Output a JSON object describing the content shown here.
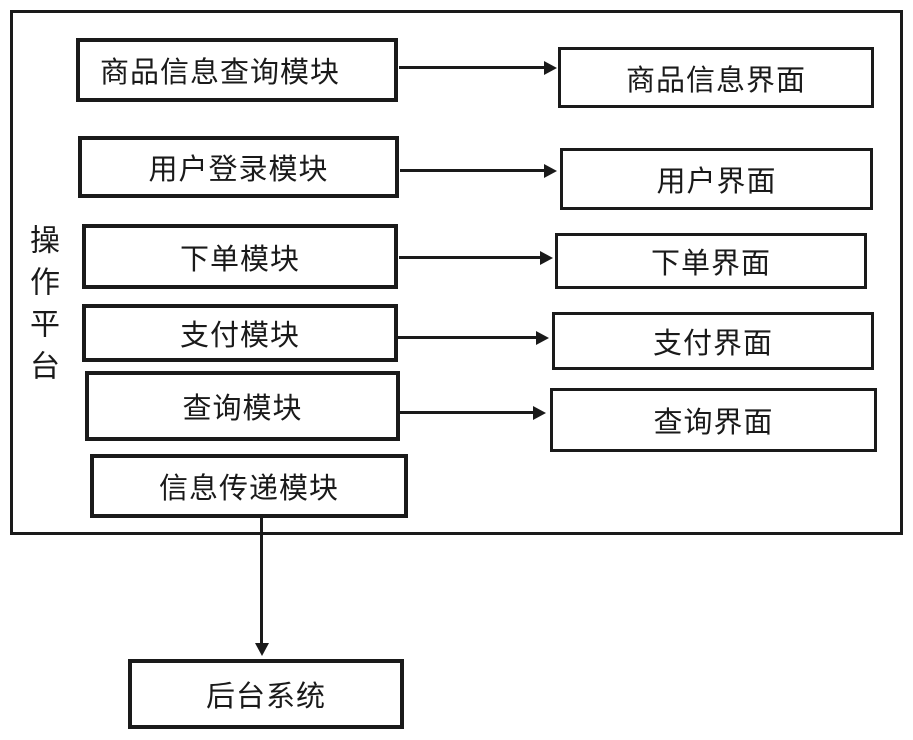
{
  "diagram": {
    "platform_label": "操作平台",
    "rows": [
      {
        "module": "商品信息查询模块",
        "interface": "商品信息界面"
      },
      {
        "module": "用户登录模块",
        "interface": "用户界面"
      },
      {
        "module": "下单模块",
        "interface": "下单界面"
      },
      {
        "module": "支付模块",
        "interface": "支付界面"
      },
      {
        "module": "查询模块",
        "interface": "查询界面"
      }
    ],
    "transfer_module_label": "信息传递模块",
    "backend_label": "后台系统",
    "colors": {
      "line": "#1a1a1a",
      "background": "#ffffff"
    }
  }
}
